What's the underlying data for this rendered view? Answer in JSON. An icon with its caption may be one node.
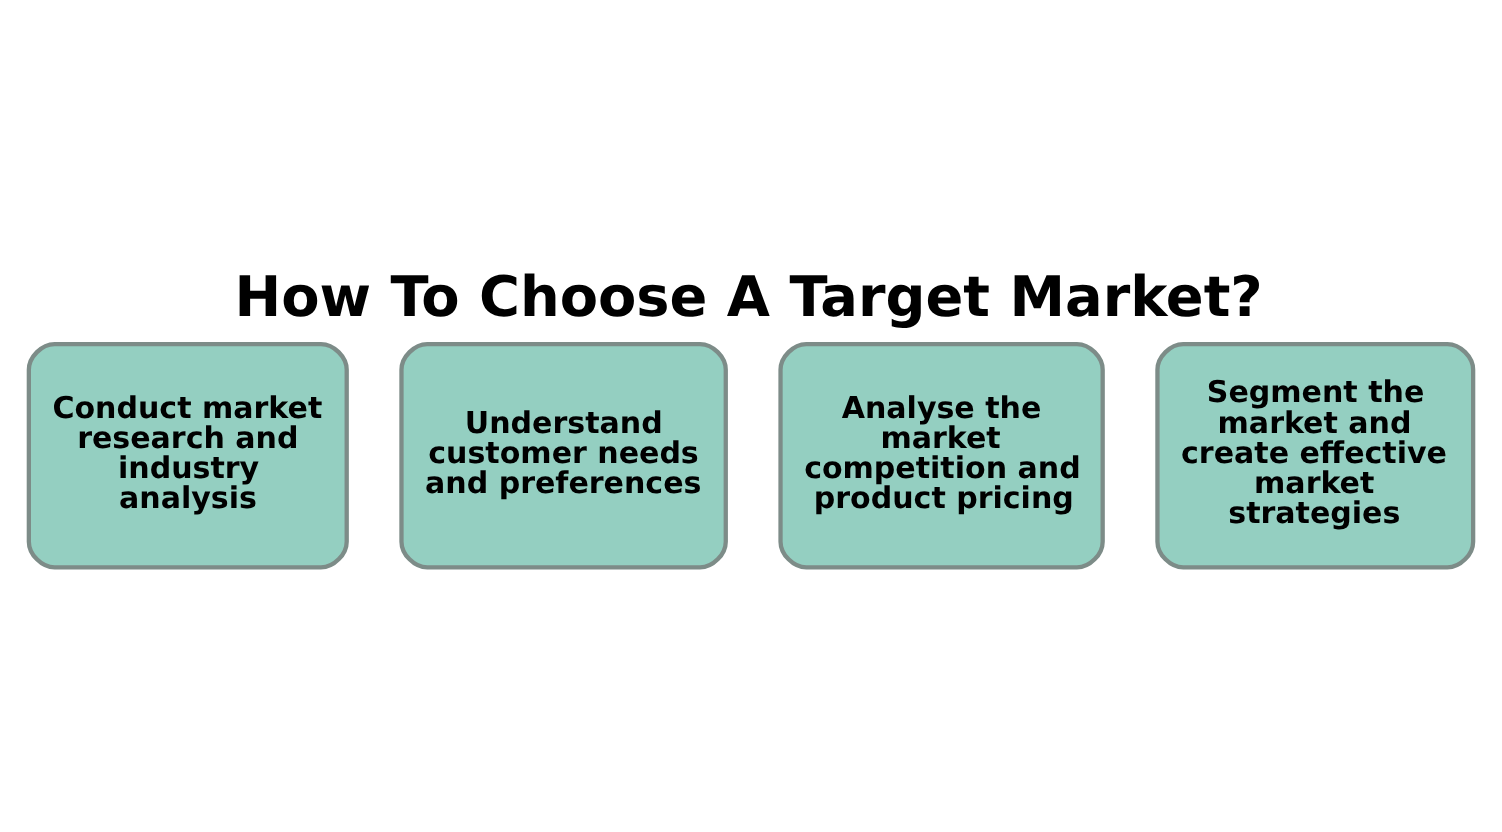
{
  "diagram": {
    "title": "How To Choose A Target Market?",
    "nodes": [
      {
        "text": [
          "Conduct market research and industry analysis"
        ]
      },
      {
        "text": [
          "Understand customer needs and preferences"
        ]
      },
      {
        "text": [
          "Analyse the market competition and product pricing"
        ]
      },
      {
        "text": [
          "Segment the market and create effective market strategies"
        ]
      }
    ],
    "edges": []
  }
}
